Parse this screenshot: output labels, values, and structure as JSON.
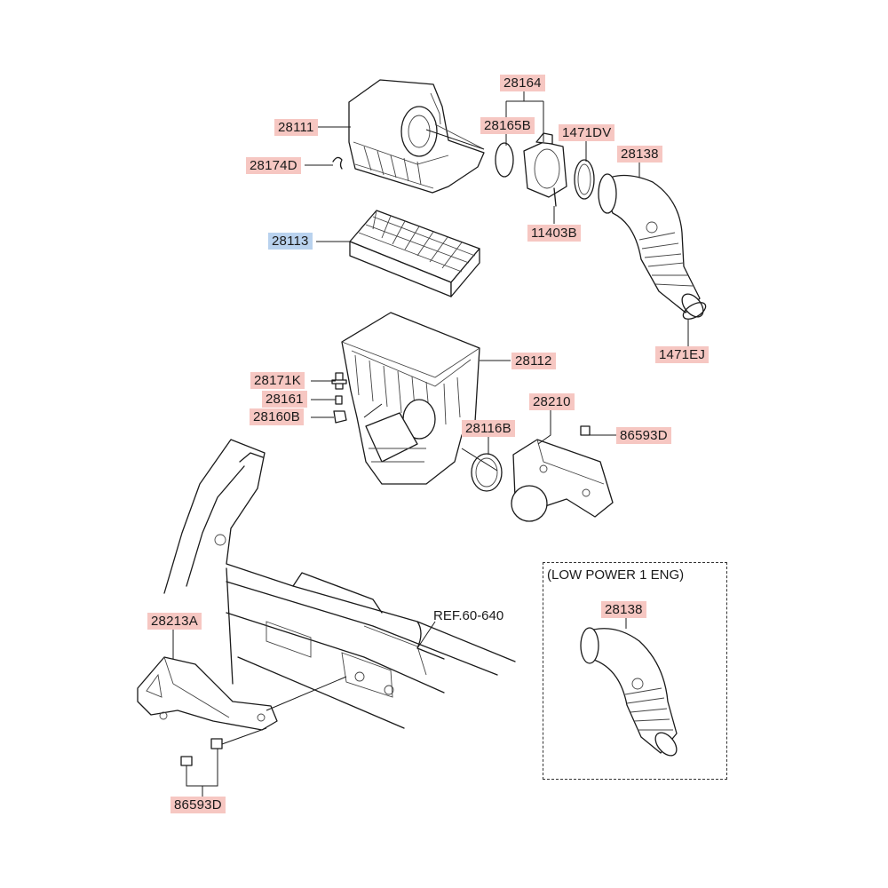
{
  "diagram": {
    "labels": {
      "p28164": "28164",
      "p28111": "28111",
      "p28165B": "28165B",
      "p1471DV": "1471DV",
      "p28138_top": "28138",
      "p28174D": "28174D",
      "p11403B": "11403B",
      "p28113": "28113",
      "p1471EJ": "1471EJ",
      "p28112": "28112",
      "p28171K": "28171K",
      "p28161": "28161",
      "p28160B": "28160B",
      "p28210": "28210",
      "p28116B": "28116B",
      "p86593D_right": "86593D",
      "p28213A": "28213A",
      "p86593D_bottom": "86593D",
      "p28138_inset": "28138"
    },
    "reference": "REF.60-640",
    "inset_title": "(LOW POWER 1 ENG)",
    "colors": {
      "label_bg": "#f6c7c2",
      "highlight_bg": "#b9d2ee",
      "line": "#1a1a1a"
    }
  }
}
